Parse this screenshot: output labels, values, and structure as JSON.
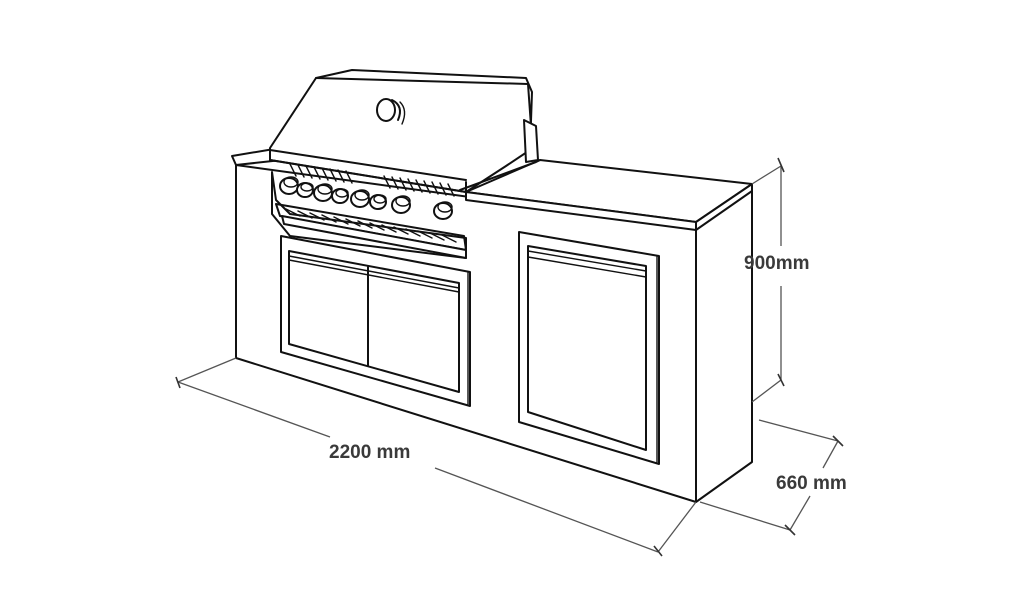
{
  "diagram": {
    "subject": "Outdoor BBQ kitchen island with built-in gas grill",
    "components": {
      "grill": {
        "burner_knobs": 8,
        "lid_logo": "logo-badge"
      },
      "left_cabinet": {
        "door_count": 2,
        "door_type": "double-doors"
      },
      "right_cabinet": {
        "door_count": 1,
        "door_type": "single-door"
      },
      "countertop": "right-side-counter"
    },
    "dimensions": {
      "width": {
        "label": "2200 mm",
        "value": 2200,
        "unit": "mm"
      },
      "height": {
        "label": "900mm",
        "value": 900,
        "unit": "mm"
      },
      "depth": {
        "label": "660 mm",
        "value": 660,
        "unit": "mm"
      }
    },
    "colors": {
      "line": "#111111",
      "dimension_line": "#555555",
      "label_text": "#3a3a3a",
      "background": "#ffffff"
    }
  }
}
